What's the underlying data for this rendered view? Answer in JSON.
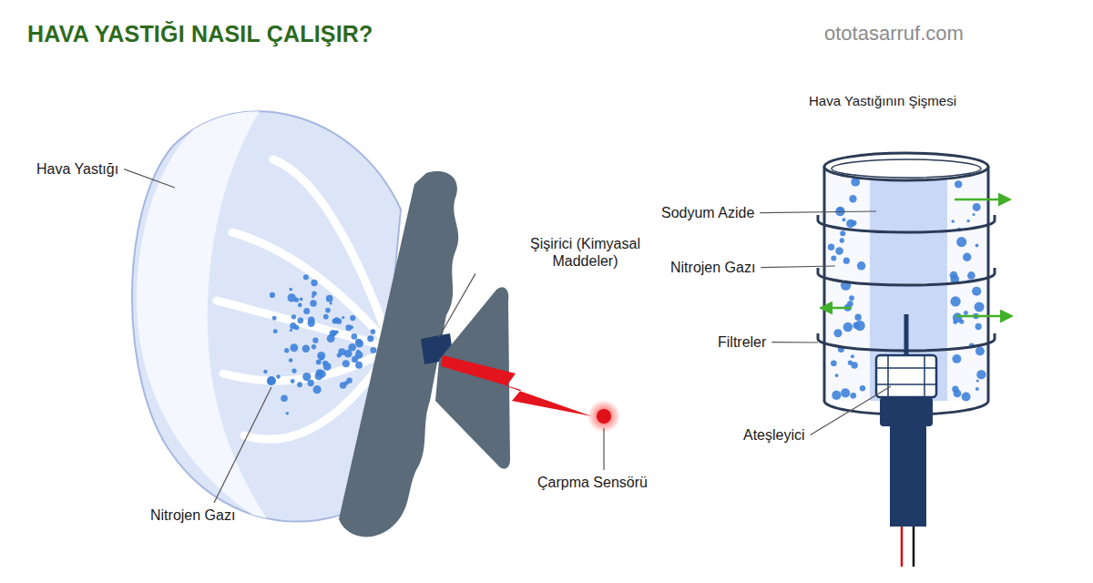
{
  "diagram": {
    "title": "HAVA YASTIĞI NASIL ÇALIŞIR?",
    "labels": [
      "ototasarruf.com",
      "Hava Yastığı",
      "Şişirici (Kimyasal Maddeler)",
      "Nitrojen Gazı",
      "Çarpma Sensörü",
      "Hava Yastığının Şişmesi",
      "Sodyum Azide",
      "Nitrojen Gazı",
      "Filtreler",
      "Ateşleyici"
    ]
  }
}
